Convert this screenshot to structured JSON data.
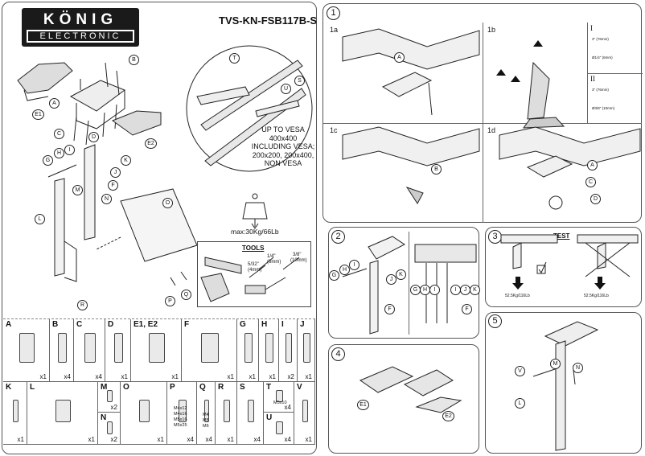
{
  "brand": {
    "top": "KÖNIG",
    "bottom": "ELECTRONIC"
  },
  "model": "TVS-KN-FSB117B-S",
  "vesa_text": [
    "UP TO VESA",
    "400x400",
    "INCLUDING VESA;",
    "200x200, 200x400,",
    "NON VESA"
  ],
  "max_load": "max:30Kg/66Lb",
  "tools": {
    "title": "TOOLS",
    "drill1": "5/32\"",
    "drill1_mm": "(4mm)",
    "drill2": "1/4\"",
    "drill2_mm": "(6mm)",
    "drill3": "3/8\"",
    "drill3_mm": "(10mm)"
  },
  "main_labels": {
    "B": "B",
    "T": "T",
    "S": "S",
    "U": "U",
    "A": "A",
    "E1": "E1",
    "C": "C",
    "E2": "E2",
    "D": "D",
    "G": "G",
    "H": "H",
    "I": "I",
    "K": "K",
    "J": "J",
    "M": "M",
    "F": "F",
    "N": "N",
    "O": "O",
    "L": "L",
    "P": "P",
    "Q": "Q",
    "R": "R"
  },
  "parts_row1": [
    {
      "label": "A",
      "qty": "x1"
    },
    {
      "label": "B",
      "qty": "x4"
    },
    {
      "label": "C",
      "qty": "x4"
    },
    {
      "label": "D",
      "qty": "x1"
    },
    {
      "label": "E1, E2",
      "qty": "x1"
    },
    {
      "label": "F",
      "qty": "x1"
    },
    {
      "label": "G",
      "qty": "x1"
    },
    {
      "label": "H",
      "qty": "x1"
    },
    {
      "label": "I",
      "qty": "x2"
    },
    {
      "label": "J",
      "qty": "x1"
    }
  ],
  "parts_row2": [
    {
      "label": "K",
      "qty": "x1"
    },
    {
      "label": "L",
      "qty": "x1"
    },
    {
      "label": "M",
      "qty": "x2"
    },
    {
      "label": "N",
      "qty": "x2"
    },
    {
      "label": "O",
      "qty": "x1"
    },
    {
      "label": "P",
      "qty": "x4"
    },
    {
      "label": "Q",
      "qty": "x4"
    },
    {
      "label": "R",
      "qty": "x1"
    },
    {
      "label": "S",
      "qty": "x4"
    },
    {
      "label": "T",
      "qty": "x4"
    },
    {
      "label": "U",
      "qty": "x4"
    },
    {
      "label": "V",
      "qty": "x1"
    }
  ],
  "screw_sizes_P": [
    "M4x12",
    "M4x16",
    "M5x16",
    "M5x25"
  ],
  "screw_sizes_Q": [
    "M4",
    "M5",
    "M6"
  ],
  "screw_size_T": "M5x10",
  "steps": {
    "s1": "1",
    "s1a": "1a",
    "s1b": "1b",
    "s1c": "1c",
    "s1d": "1d",
    "s1b_I": "I",
    "s1b_II": "II",
    "s1b_I_depth": "3\" (76mm)",
    "s1b_I_bit": "Ø1/4\" (6mm)",
    "s1b_II_depth": "3\" (76mm)",
    "s1b_II_bit": "Ø3/8\" (10mm)",
    "s2": "2",
    "s3": "3",
    "s3_test": "TEST",
    "s3_load_left": "52.5Kg/116Lb",
    "s3_load_right": "52.5Kg/116Lb",
    "s4": "4",
    "s5": "5"
  },
  "step_labels": {
    "s1a_A": "A",
    "s1c_B": "B",
    "s1d_A": "A",
    "s1d_C": "C",
    "s1d_D": "D",
    "s2_I": "I",
    "s2_H": "H",
    "s2_G": "G",
    "s2_J": "J",
    "s2_K": "K",
    "s2_F": "F",
    "s2_r_G": "G",
    "s2_r_H": "H",
    "s2_r_I": "I",
    "s2_r_I2": "I",
    "s2_r_J": "J",
    "s2_r_K": "K",
    "s2_r_F": "F",
    "s4_E1": "E1",
    "s4_E2": "E2",
    "s5_M": "M",
    "s5_N": "N",
    "s5_V": "V",
    "s5_L": "L"
  }
}
